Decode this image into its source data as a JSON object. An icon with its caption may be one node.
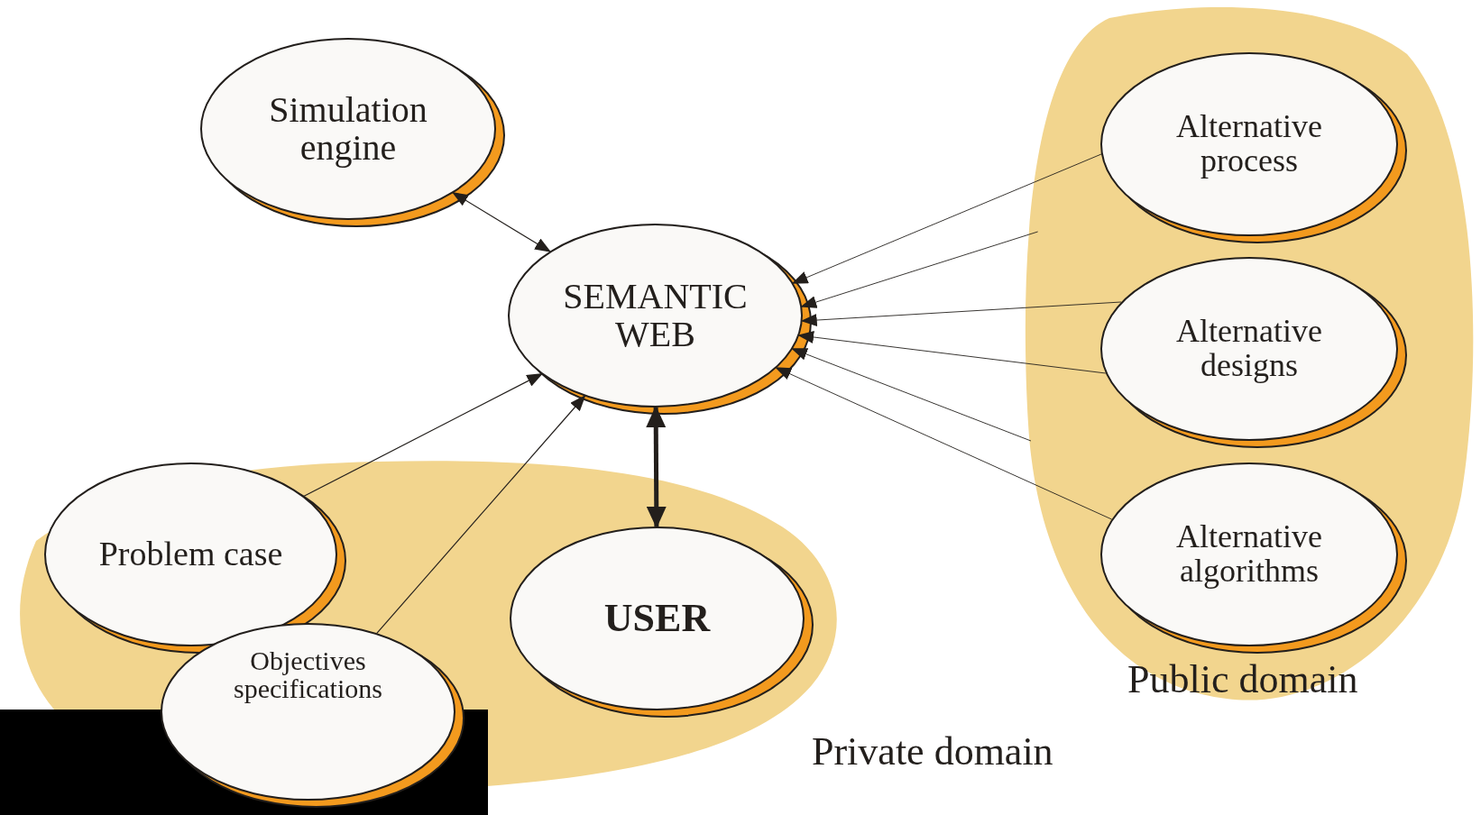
{
  "diagram": {
    "nodes": [
      {
        "text": [
          "Simulation engine"
        ]
      },
      {
        "text": [
          "SEMANTIC WEB"
        ]
      },
      {
        "text": [
          "Public domain"
        ]
      },
      {
        "text": [
          "Alternative process"
        ],
        "in": 2
      },
      {
        "text": [
          "Alternative designs"
        ],
        "in": 2
      },
      {
        "text": [
          "Alternative algorithms"
        ],
        "in": 2
      },
      {
        "text": [
          "Private domain"
        ]
      },
      {
        "text": [
          "Problem case"
        ],
        "in": 6
      },
      {
        "text": [
          "Objectives specifications"
        ],
        "in": 6
      },
      {
        "text": [
          "USER"
        ],
        "in": 6
      },
      {
        "text": [],
        "shape": "box"
      }
    ],
    "edges": [
      {
        "from": 0,
        "to": 1,
        "arrow": "both"
      },
      {
        "from": 9,
        "to": 1,
        "arrow": "both",
        "style": "thick"
      },
      {
        "from": 7,
        "to": 1,
        "arrow": "to"
      },
      {
        "from": 8,
        "to": 1,
        "arrow": "to"
      },
      {
        "from": 3,
        "to": 1,
        "arrow": "to"
      },
      {
        "from": 2,
        "to": 1,
        "arrow": "to"
      },
      {
        "from": 4,
        "to": 1,
        "arrow": "to"
      },
      {
        "from": 4,
        "to": 1,
        "arrow": "to"
      },
      {
        "from": 2,
        "to": 1,
        "arrow": "to"
      },
      {
        "from": 5,
        "to": 1,
        "arrow": "to"
      }
    ]
  }
}
